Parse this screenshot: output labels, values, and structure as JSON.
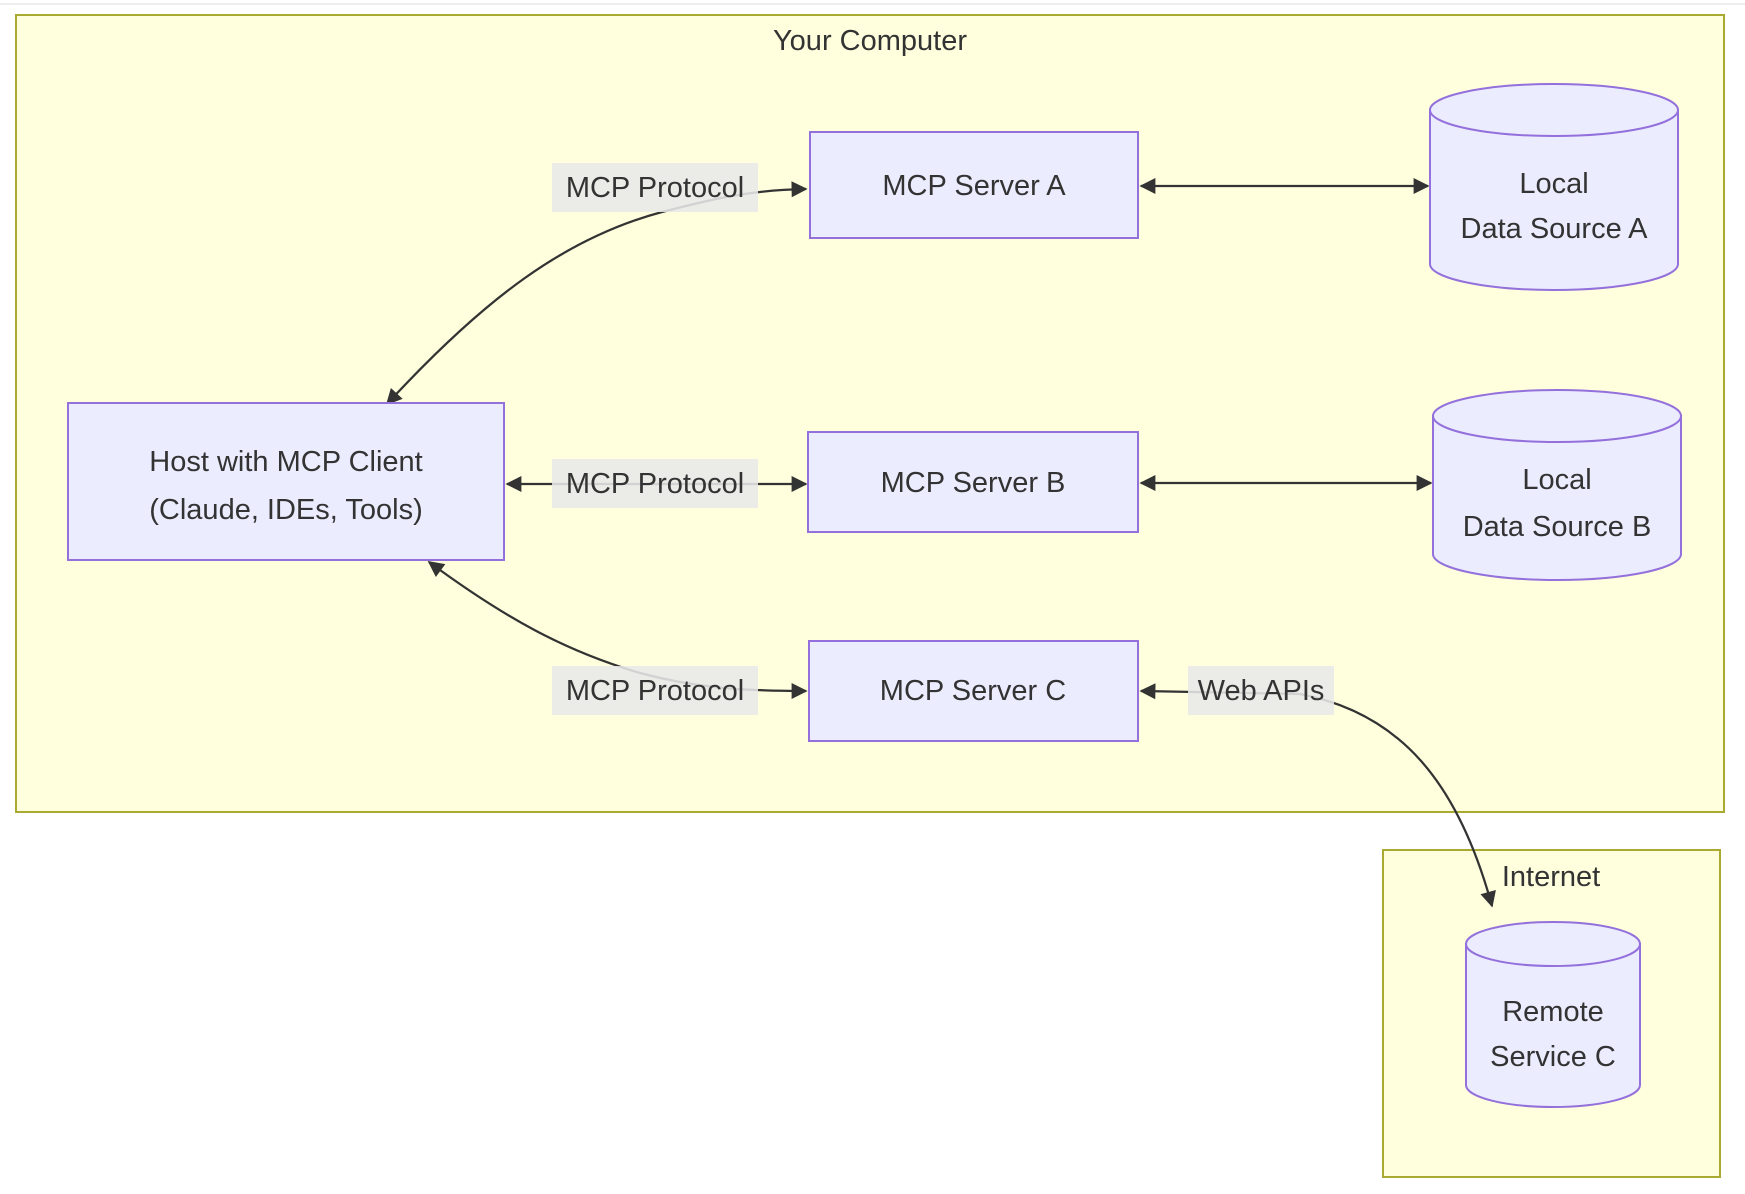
{
  "containers": {
    "your_computer": {
      "label": "Your Computer"
    },
    "internet": {
      "label": "Internet"
    }
  },
  "nodes": {
    "host": {
      "line1": "Host with MCP Client",
      "line2": "(Claude, IDEs, Tools)"
    },
    "server_a": {
      "label": "MCP Server A"
    },
    "server_b": {
      "label": "MCP Server B"
    },
    "server_c": {
      "label": "MCP Server C"
    },
    "source_a": {
      "line1": "Local",
      "line2": "Data Source A"
    },
    "source_b": {
      "line1": "Local",
      "line2": "Data Source B"
    },
    "remote_c": {
      "line1": "Remote",
      "line2": "Service C"
    }
  },
  "edges": {
    "host_server_a": {
      "label": "MCP Protocol"
    },
    "host_server_b": {
      "label": "MCP Protocol"
    },
    "host_server_c": {
      "label": "MCP Protocol"
    },
    "server_c_remote": {
      "label": "Web APIs"
    }
  },
  "colors": {
    "container_fill": "#ffffde",
    "container_border": "#aaaa33",
    "node_fill": "#ececff",
    "node_border": "#9370db",
    "edge_stroke": "#333333",
    "edge_label_bg": "#e8e8e8",
    "text": "#333333",
    "canvas": "#ffffff"
  }
}
